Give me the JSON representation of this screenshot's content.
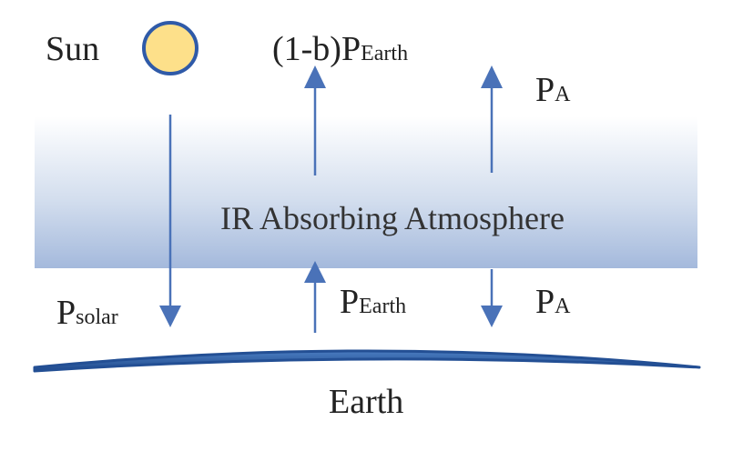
{
  "labels": {
    "sun": "Sun",
    "atmosphere": "IR Absorbing Atmosphere",
    "earth": "Earth",
    "top_escape": {
      "prefix": "(1-b)",
      "symbol": "P",
      "subscript": "Earth"
    },
    "top_atmos": {
      "symbol": "P",
      "subscript": "A"
    },
    "solar": {
      "symbol": "P",
      "subscript": "solar"
    },
    "earth_emission": {
      "symbol": "P",
      "subscript": "Earth"
    },
    "bottom_atmos": {
      "symbol": "P",
      "subscript": "A"
    }
  },
  "colors": {
    "arrow": "#4a72b8",
    "sun_fill": "#fde08a",
    "sun_stroke": "#2f5aa8",
    "atmosphere": "#a8bcde",
    "earth": "#2d5da0",
    "text": "#222222"
  }
}
